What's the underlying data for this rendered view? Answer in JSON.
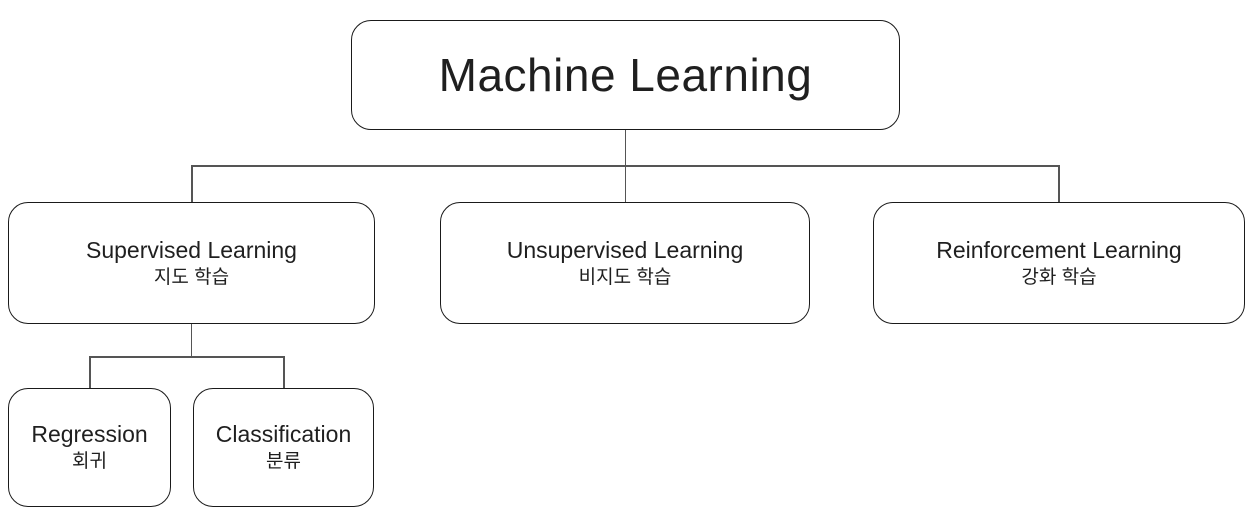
{
  "nodes": {
    "root": {
      "title": "Machine Learning"
    },
    "supervised": {
      "title": "Supervised Learning",
      "subtitle": "지도 학습"
    },
    "unsupervised": {
      "title": "Unsupervised Learning",
      "subtitle": "비지도 학습"
    },
    "reinforcement": {
      "title": "Reinforcement Learning",
      "subtitle": "강화 학습"
    },
    "regression": {
      "title": "Regression",
      "subtitle": "회귀"
    },
    "classification": {
      "title": "Classification",
      "subtitle": "분류"
    }
  },
  "edges": [
    {
      "from": "root",
      "to": "supervised"
    },
    {
      "from": "root",
      "to": "unsupervised"
    },
    {
      "from": "root",
      "to": "reinforcement"
    },
    {
      "from": "supervised",
      "to": "regression"
    },
    {
      "from": "supervised",
      "to": "classification"
    }
  ],
  "colors": {
    "background": "#ffffff",
    "box_fill": "#ffffff",
    "box_border": "#1a1a1a",
    "connector": "#555555",
    "text": "#1f1f1f"
  }
}
